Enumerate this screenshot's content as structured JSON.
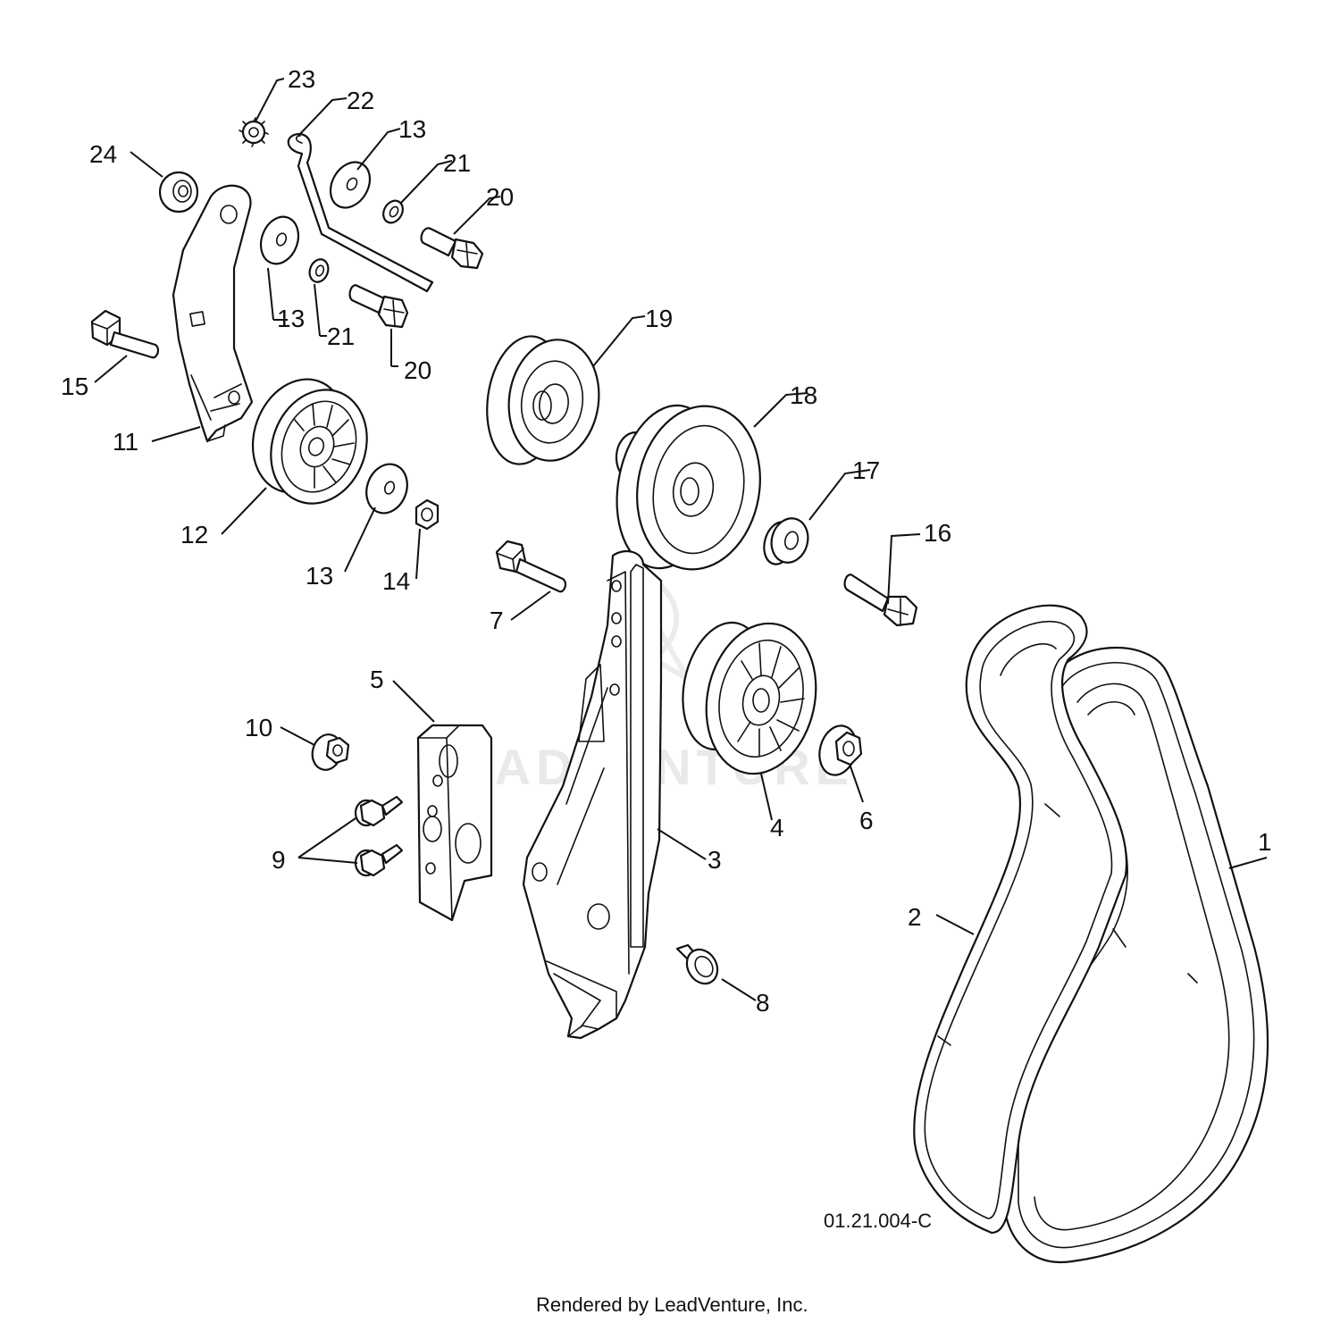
{
  "diagram_code": "01.21.004-C",
  "footer": "Rendered by LeadVenture, Inc.",
  "watermark": "LEADVENTURE",
  "callouts": {
    "c1": "1",
    "c2": "2",
    "c3": "3",
    "c4": "4",
    "c5": "5",
    "c6": "6",
    "c7": "7",
    "c8": "8",
    "c9": "9",
    "c10": "10",
    "c11": "11",
    "c12": "12",
    "c13a": "13",
    "c13b": "13",
    "c13c": "13",
    "c14": "14",
    "c15": "15",
    "c16": "16",
    "c17": "17",
    "c18": "18",
    "c19": "19",
    "c20a": "20",
    "c20b": "20",
    "c21a": "21",
    "c21b": "21",
    "c22": "22",
    "c23": "23",
    "c24": "24"
  }
}
